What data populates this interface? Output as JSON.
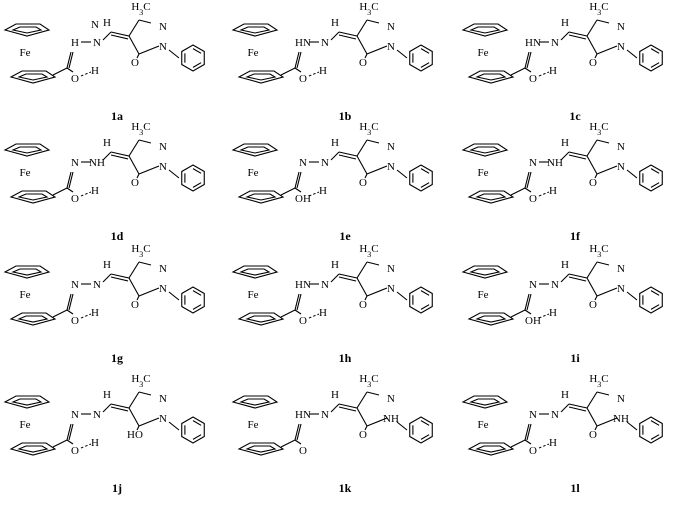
{
  "structures": [
    {
      "label": "1a",
      "fe": "Fe",
      "methyl": "H3C",
      "vinyl_h": "H",
      "linker": [
        "H",
        "N",
        "N"
      ],
      "amide": "O",
      "hb": "H",
      "ring_n": [
        "N",
        "N"
      ],
      "ring_o": "O"
    },
    {
      "label": "1b",
      "fe": "Fe",
      "methyl": "H3C",
      "vinyl_h": "H",
      "linker": [
        "HN",
        "N"
      ],
      "amide": "O",
      "hb": "H",
      "ring_n": [
        "N",
        "N"
      ],
      "ring_o": "O"
    },
    {
      "label": "1c",
      "fe": "Fe",
      "methyl": "H3C",
      "vinyl_h": "H",
      "linker": [
        "HN",
        "N"
      ],
      "amide": "O",
      "hb": "H",
      "ring_n": [
        "N",
        "N"
      ],
      "ring_o": "O"
    },
    {
      "label": "1d",
      "fe": "Fe",
      "methyl": "H3C",
      "vinyl_h": "H",
      "linker": [
        "N",
        "NH"
      ],
      "amide": "O",
      "hb": "H",
      "ring_n": [
        "N",
        "N"
      ],
      "ring_o": "O"
    },
    {
      "label": "1e",
      "fe": "Fe",
      "methyl": "H3C",
      "vinyl_h": "H",
      "linker": [
        "N",
        "N"
      ],
      "amide": "OH",
      "hb": "H",
      "ring_n": [
        "N",
        "N"
      ],
      "ring_o": "O"
    },
    {
      "label": "1f",
      "fe": "Fe",
      "methyl": "H3C",
      "vinyl_h": "H",
      "linker": [
        "N",
        "NH"
      ],
      "amide": "O",
      "hb": "H",
      "ring_n": [
        "N",
        "N"
      ],
      "ring_o": "O"
    },
    {
      "label": "1g",
      "fe": "Fe",
      "methyl": "H3C",
      "vinyl_h": "H",
      "linker": [
        "N",
        "N"
      ],
      "amide": "O",
      "hb": "H",
      "ring_n": [
        "N",
        "N"
      ],
      "ring_o": "O"
    },
    {
      "label": "1h",
      "fe": "Fe",
      "methyl": "H3C",
      "vinyl_h": "H",
      "linker": [
        "HN",
        "N"
      ],
      "amide": "O",
      "hb": "H",
      "ring_n": [
        "N",
        "N"
      ],
      "ring_o": "O"
    },
    {
      "label": "1i",
      "fe": "Fe",
      "methyl": "H3C",
      "vinyl_h": "H",
      "linker": [
        "N",
        "N"
      ],
      "amide": "OH",
      "hb": "H",
      "ring_n": [
        "N",
        "N"
      ],
      "ring_o": "O"
    },
    {
      "label": "1j",
      "fe": "Fe",
      "methyl": "H3C",
      "vinyl_h": "H",
      "linker": [
        "N",
        "N"
      ],
      "amide": "O",
      "hb": "H",
      "ring_n": [
        "N",
        "N"
      ],
      "ring_o": "HO"
    },
    {
      "label": "1k",
      "fe": "Fe",
      "methyl": "H3C",
      "vinyl_h": "H",
      "linker": [
        "HN",
        "N"
      ],
      "amide": "O",
      "hb": "",
      "ring_n": [
        "N",
        "NH"
      ],
      "ring_o": "O"
    },
    {
      "label": "1l",
      "fe": "Fe",
      "methyl": "H3C",
      "vinyl_h": "H",
      "linker": [
        "N",
        "N"
      ],
      "amide": "O",
      "hb": "H",
      "ring_n": [
        "N",
        "NH"
      ],
      "ring_o": "O"
    }
  ]
}
